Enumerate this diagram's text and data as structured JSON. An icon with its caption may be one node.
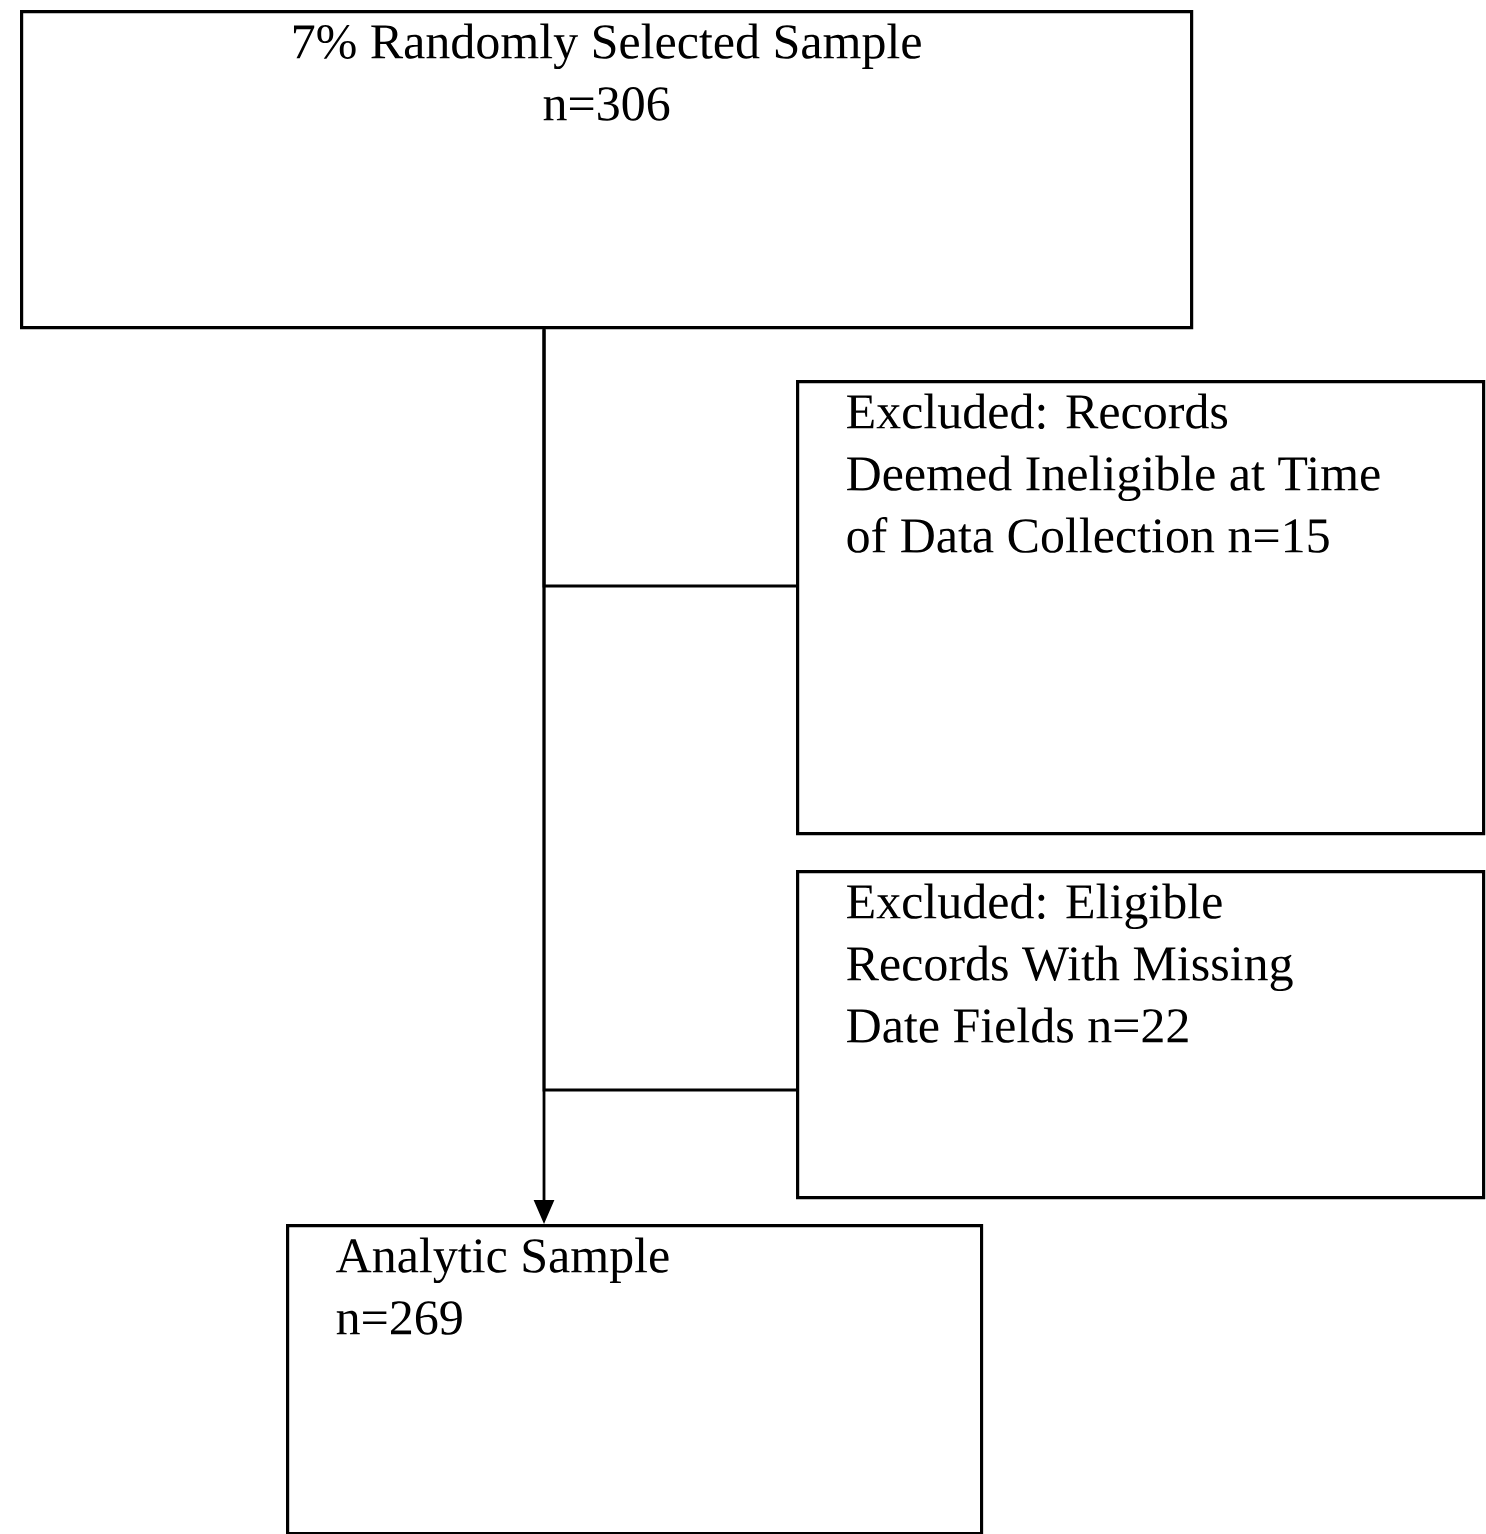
{
  "diagram": {
    "nodes": [
      {
        "text": [
          "7% Randomly Selected Sample n=306"
        ]
      },
      {
        "text": [
          "Excluded: Records Deemed Ineligible at Time of Data Collection n=15"
        ]
      },
      {
        "text": [
          "Excluded: Eligible Records With Missing Date Fields n=22"
        ]
      },
      {
        "text": [
          "Analytic Sample n=269"
        ]
      }
    ],
    "edges": [
      {
        "from": 0,
        "to": 3,
        "arrow": "to"
      },
      {
        "from": 0,
        "to": 1,
        "arrow": "none"
      },
      {
        "from": 0,
        "to": 2,
        "arrow": "none"
      }
    ]
  }
}
